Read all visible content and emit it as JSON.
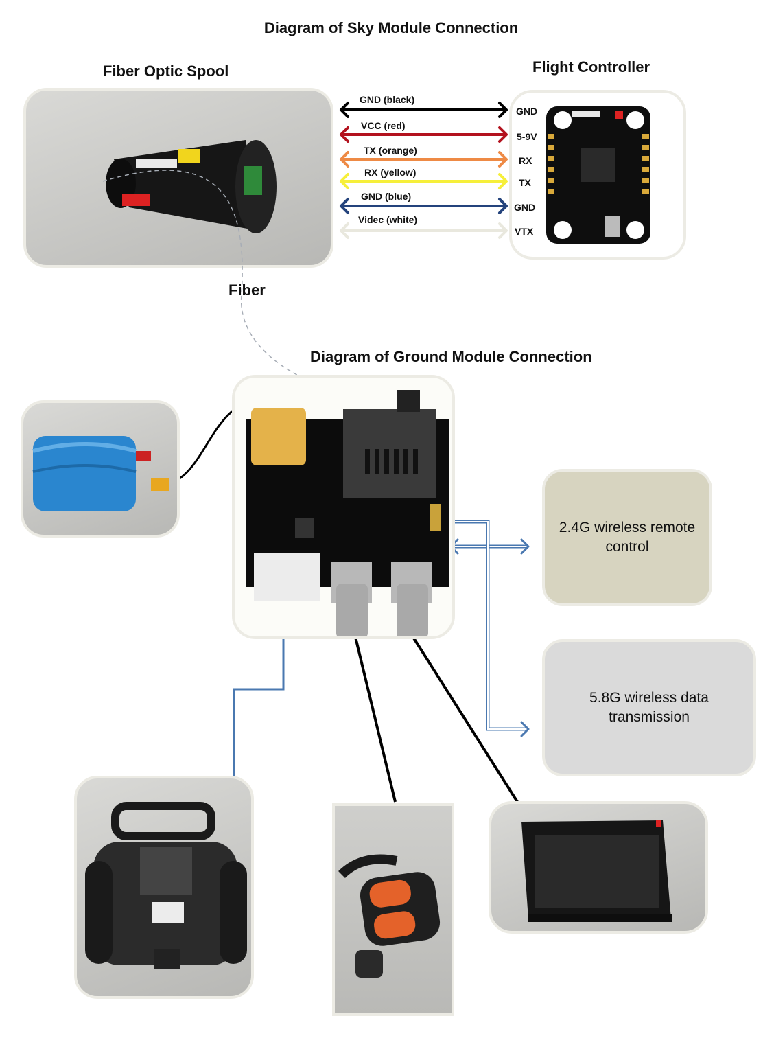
{
  "titles": {
    "sky": "Diagram of Sky Module Connection",
    "spool": "Fiber Optic Spool",
    "flight_controller": "Flight Controller",
    "fiber": "Fiber",
    "ground": "Diagram of Ground Module Connection"
  },
  "wires": [
    {
      "label": "GND  (black)",
      "pin": "GND",
      "color": "#000000"
    },
    {
      "label": "VCC   (red)",
      "pin": "5-9V",
      "color": "#b3121e"
    },
    {
      "label": "TX   (orange)",
      "pin": "RX",
      "color": "#ee8a45"
    },
    {
      "label": "RX  (yellow)",
      "pin": "TX",
      "color": "#f6ef3a"
    },
    {
      "label": "GND  (blue)",
      "pin": "GND",
      "color": "#24437c"
    },
    {
      "label": "Videc  (white)",
      "pin": "VTX",
      "color": "#e9e8de"
    }
  ],
  "boxes": {
    "rc": "2.4G wireless remote control",
    "data": "5.8G wireless data transmission"
  },
  "colors": {
    "accent_blue": "#4a78b0",
    "box_rc_bg": "#d7d4c0",
    "box_data_bg": "#dadada"
  }
}
